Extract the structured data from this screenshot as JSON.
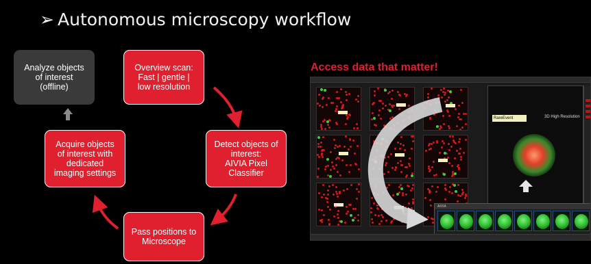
{
  "slide": {
    "title": "Autonomous microscopy workflow",
    "bullet_glyph": "➢"
  },
  "workflow": {
    "steps": [
      {
        "id": "analyze",
        "label": "Analyze objects\nof interest\n(offline)"
      },
      {
        "id": "overview",
        "label": "Overview scan:\nFast | gentle |\nlow resolution"
      },
      {
        "id": "detect",
        "label": "Detect objects of\ninterest:\nAIVIA Pixel\nClassifier"
      },
      {
        "id": "pass",
        "label": "Pass positions to\nMicroscope"
      },
      {
        "id": "acquire",
        "label": "Acquire objects\nof interest with\ndedicated\nimaging settings"
      }
    ]
  },
  "screenshot": {
    "headline": "Access data that matter!",
    "tile_tag": "RareEvent",
    "viewer_label": "3D High Resolution",
    "strip_app": "AIVIA"
  },
  "colors": {
    "accent_red": "#e0202e",
    "gray_box": "#3a3a3a",
    "background": "#000000"
  }
}
